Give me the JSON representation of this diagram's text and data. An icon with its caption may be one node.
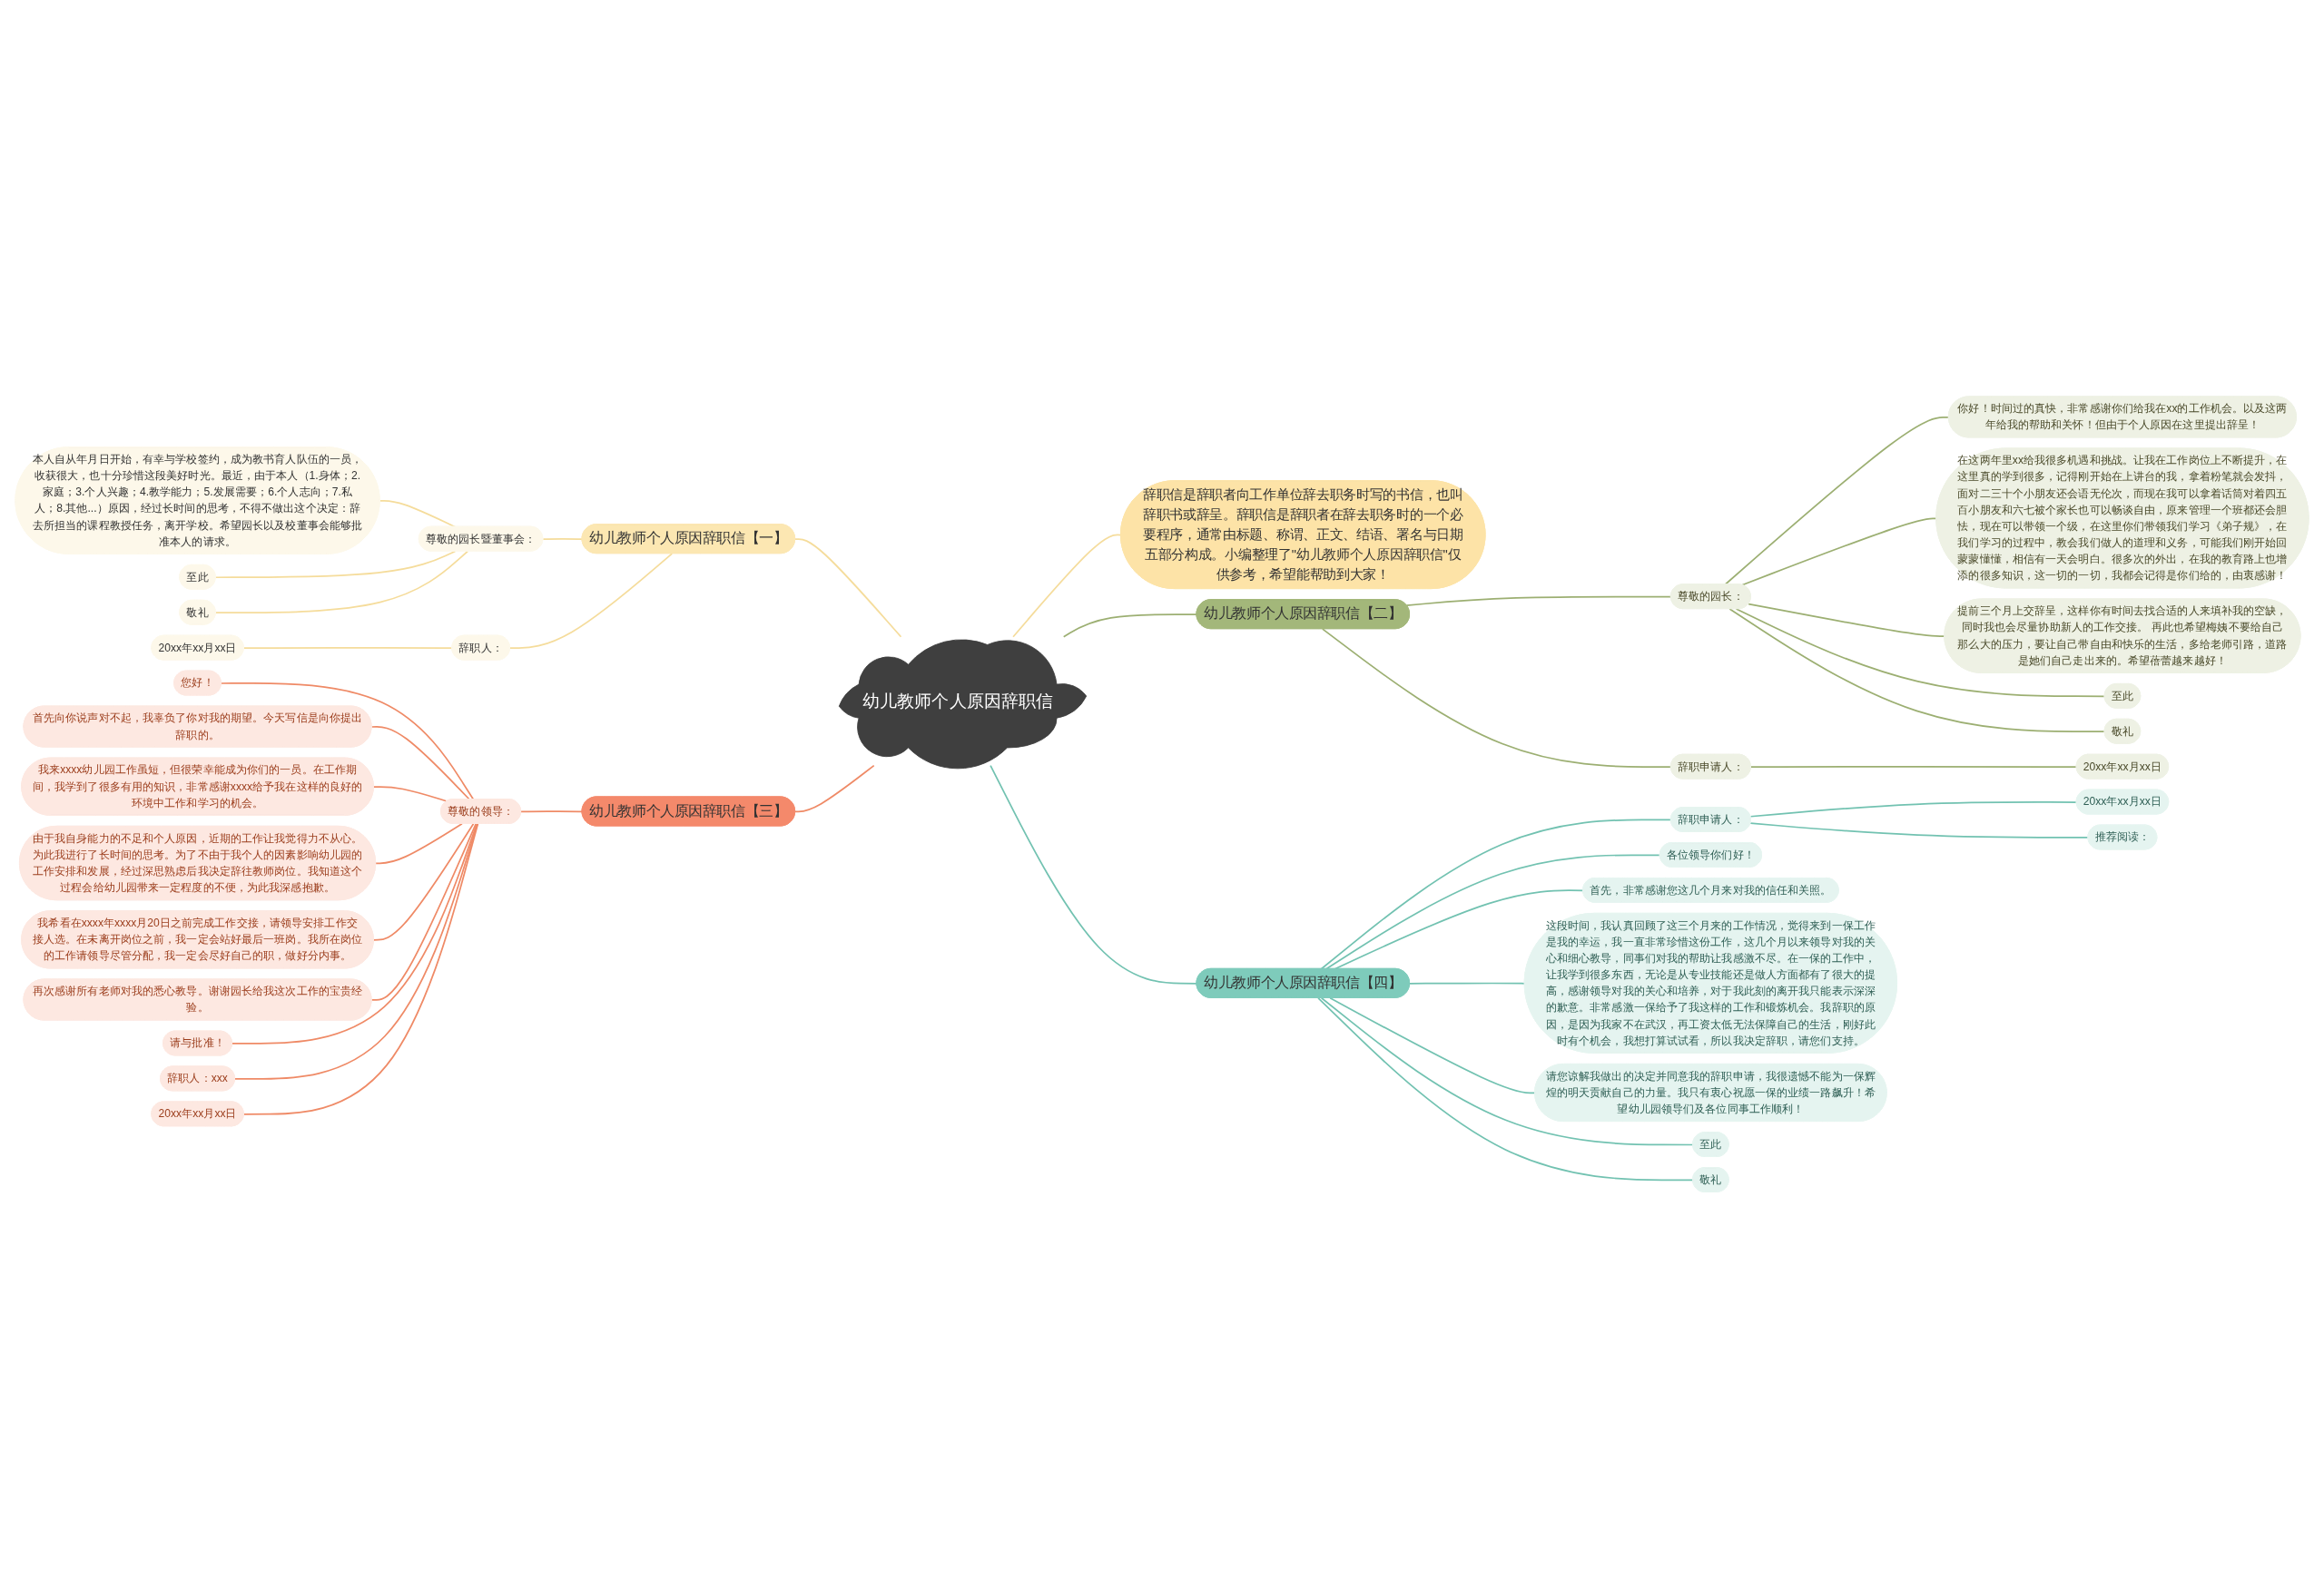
{
  "diagram": {
    "nodes": [
      {
        "text": [
          "幼儿教师个人原因辞职信"
        ]
      },
      {
        "text": [
          "辞职信是辞职者向工作单位辞去职务时写的书信，也叫辞职书或辞呈。辞职信是辞职者在辞去职务时的一个必要程序，通常由标题、称谓、正文、结语、署名与日期五部分构成。小编整理了\"幼儿教师个人原因辞职信\"仅供参考，希望能帮助到大家！"
        ]
      },
      {
        "text": [
          "幼儿教师个人原因辞职信【一】"
        ]
      },
      {
        "text": [
          "尊敬的园长暨董事会："
        ]
      },
      {
        "text": [
          "本人自从年月日开始，有幸与学校签约，成为教书育人队伍的一员，收获很大，也十分珍惜这段美好时光。最近，由于本人（1.身体；2.家庭；3.个人兴趣；4.教学能力；5.发展需要；6.个人志向；7.私人；8.其他...）原因，经过长时间的思考，不得不做出这个决定：辞去所担当的课程教授任务，离开学校。希望园长以及校董事会能够批准本人的请求。"
        ]
      },
      {
        "text": [
          "至此"
        ]
      },
      {
        "text": [
          "敬礼"
        ]
      },
      {
        "text": [
          "辞职人："
        ]
      },
      {
        "text": [
          "20xx年xx月xx日"
        ]
      },
      {
        "text": [
          "幼儿教师个人原因辞职信【二】"
        ]
      },
      {
        "text": [
          "尊敬的园长："
        ]
      },
      {
        "text": [
          "你好！时间过的真快，非常感谢你们给我在xx的工作机会。以及这两年给我的帮助和关怀！但由于个人原因在这里提出辞呈！"
        ]
      },
      {
        "text": [
          "在这两年里xx给我很多机遇和挑战。让我在工作岗位上不断提升，在这里真的学到很多，记得刚开始在上讲台的我，拿着粉笔就会发抖，面对二三十个小朋友还会语无伦次，而现在我可以拿着话筒对着四五百小朋友和六七被个家长也可以畅谈自由，原来管理一个班都还会胆怯，现在可以带领一个级，在这里你们带领我们学习《弟子规》，在我们学习的过程中，教会我们做人的道理和义务，可能我们刚开始回蒙蒙懂懂，相信有一天会明白。很多次的外出，在我的教育路上也增添的很多知识，这一切的一切，我都会记得是你们给的，由衷感谢！"
        ]
      },
      {
        "text": [
          "提前三个月上交辞呈，这样你有时间去找合适的人来填补我的空缺，同时我也会尽量协助新人的工作交接。 再此也希望梅姨不要给自己那么大的压力，要让自己带自由和快乐的生活，多给老师引路，道路是她们自己走出来的。希望蓓蕾越来越好！"
        ]
      },
      {
        "text": [
          "至此"
        ]
      },
      {
        "text": [
          "敬礼"
        ]
      },
      {
        "text": [
          "辞职申请人："
        ]
      },
      {
        "text": [
          "20xx年xx月xx日"
        ]
      },
      {
        "text": [
          "幼儿教师个人原因辞职信【三】"
        ]
      },
      {
        "text": [
          "尊敬的领导："
        ]
      },
      {
        "text": [
          "您好！"
        ]
      },
      {
        "text": [
          "首先向你说声对不起，我辜负了你对我的期望。今天写信是向你提出辞职的。"
        ]
      },
      {
        "text": [
          "我来xxxx幼儿园工作虽短，但很荣幸能成为你们的一员。在工作期间，我学到了很多有用的知识，非常感谢xxxx给予我在这样的良好的环境中工作和学习的机会。"
        ]
      },
      {
        "text": [
          "由于我自身能力的不足和个人原因，近期的工作让我觉得力不从心。为此我进行了长时间的思考。为了不由于我个人的因素影响幼儿园的工作安排和发展，经过深思熟虑后我决定辞往教师岗位。我知道这个过程会给幼儿园带来一定程度的不便，为此我深感抱歉。"
        ]
      },
      {
        "text": [
          "我希看在xxxx年xxxx月20日之前完成工作交接，请领导安排工作交接人选。在未离开岗位之前，我一定会站好最后一班岗。我所在岗位的工作请领导尽管分配，我一定会尽好自己的职，做好分内事。"
        ]
      },
      {
        "text": [
          "再次感谢所有老师对我的悉心教导。谢谢园长给我这次工作的宝贵经验。"
        ]
      },
      {
        "text": [
          "请与批准！"
        ]
      },
      {
        "text": [
          "辞职人：xxx"
        ]
      },
      {
        "text": [
          "20xx年xx月xx日"
        ]
      },
      {
        "text": [
          "幼儿教师个人原因辞职信【四】"
        ]
      },
      {
        "text": [
          "各位领导你们好！"
        ]
      },
      {
        "text": [
          "首先，非常感谢您这几个月来对我的信任和关照。"
        ]
      },
      {
        "text": [
          "这段时间，我认真回顾了这三个月来的工作情况，觉得来到一保工作是我的幸运，我一直非常珍惜这份工作，这几个月以来领导对我的关心和细心教导，同事们对我的帮助让我感激不尽。在一保的工作中，让我学到很多东西，无论是从专业技能还是做人方面都有了很大的提高，感谢领导对我的关心和培养，对于我此刻的离开我只能表示深深的歉意。非常感激一保给予了我这样的工作和锻炼机会。我辞职的原因，是因为我家不在武汉，再工资太低无法保障自己的生活，刚好此时有个机会，我想打算试试看，所以我决定辞职，请您们支持。"
        ]
      },
      {
        "text": [
          "请您谅解我做出的决定并同意我的辞职申请，我很遗憾不能为一保辉煌的明天贡献自己的力量。我只有衷心祝愿一保的业绩一路飙升！希望幼儿园领导们及各位同事工作顺利！"
        ]
      },
      {
        "text": [
          "至此"
        ]
      },
      {
        "text": [
          "敬礼"
        ]
      },
      {
        "text": [
          "辞职申请人："
        ]
      },
      {
        "text": [
          "20xx年xx月xx日"
        ]
      },
      {
        "text": [
          "推荐阅读："
        ]
      }
    ],
    "edges": [
      {
        "from": 0,
        "to": 1,
        "arrow": "none",
        "color": "#f5dc9b"
      },
      {
        "from": 2,
        "to": 0,
        "arrow": "none",
        "color": "#f5dc9b"
      },
      {
        "from": 3,
        "to": 2,
        "arrow": "none",
        "color": "#f5dc9b"
      },
      {
        "from": 4,
        "to": 3,
        "arrow": "none",
        "color": "#f5dc9b"
      },
      {
        "from": 5,
        "to": 3,
        "arrow": "none",
        "color": "#f5dc9b"
      },
      {
        "from": 6,
        "to": 3,
        "arrow": "none",
        "color": "#f5dc9b"
      },
      {
        "from": 7,
        "to": 2,
        "arrow": "none",
        "color": "#f5dc9b"
      },
      {
        "from": 8,
        "to": 7,
        "arrow": "none",
        "color": "#f5dc9b"
      },
      {
        "from": 0,
        "to": 9,
        "arrow": "none",
        "color": "#9caf72"
      },
      {
        "from": 9,
        "to": 10,
        "arrow": "none",
        "color": "#9caf72"
      },
      {
        "from": 10,
        "to": 11,
        "arrow": "none",
        "color": "#9caf72"
      },
      {
        "from": 10,
        "to": 12,
        "arrow": "none",
        "color": "#9caf72"
      },
      {
        "from": 10,
        "to": 13,
        "arrow": "none",
        "color": "#9caf72"
      },
      {
        "from": 10,
        "to": 14,
        "arrow": "none",
        "color": "#9caf72"
      },
      {
        "from": 10,
        "to": 15,
        "arrow": "none",
        "color": "#9caf72"
      },
      {
        "from": 9,
        "to": 16,
        "arrow": "none",
        "color": "#9caf72"
      },
      {
        "from": 16,
        "to": 17,
        "arrow": "none",
        "color": "#9caf72"
      },
      {
        "from": 18,
        "to": 0,
        "arrow": "none",
        "color": "#ef8a66"
      },
      {
        "from": 19,
        "to": 18,
        "arrow": "none",
        "color": "#ef8a66"
      },
      {
        "from": 20,
        "to": 19,
        "arrow": "none",
        "color": "#ef8a66"
      },
      {
        "from": 21,
        "to": 19,
        "arrow": "none",
        "color": "#ef8a66"
      },
      {
        "from": 22,
        "to": 19,
        "arrow": "none",
        "color": "#ef8a66"
      },
      {
        "from": 23,
        "to": 19,
        "arrow": "none",
        "color": "#ef8a66"
      },
      {
        "from": 24,
        "to": 19,
        "arrow": "none",
        "color": "#ef8a66"
      },
      {
        "from": 25,
        "to": 19,
        "arrow": "none",
        "color": "#ef8a66"
      },
      {
        "from": 26,
        "to": 19,
        "arrow": "none",
        "color": "#ef8a66"
      },
      {
        "from": 27,
        "to": 19,
        "arrow": "none",
        "color": "#ef8a66"
      },
      {
        "from": 28,
        "to": 19,
        "arrow": "none",
        "color": "#ef8a66"
      },
      {
        "from": 0,
        "to": 29,
        "arrow": "none",
        "color": "#72c2b1"
      },
      {
        "from": 29,
        "to": 36,
        "arrow": "none",
        "color": "#72c2b1"
      },
      {
        "from": 36,
        "to": 37,
        "arrow": "none",
        "color": "#72c2b1"
      },
      {
        "from": 36,
        "to": 38,
        "arrow": "none",
        "color": "#72c2b1"
      },
      {
        "from": 29,
        "to": 30,
        "arrow": "none",
        "color": "#72c2b1"
      },
      {
        "from": 29,
        "to": 31,
        "arrow": "none",
        "color": "#72c2b1"
      },
      {
        "from": 29,
        "to": 32,
        "arrow": "none",
        "color": "#72c2b1"
      },
      {
        "from": 29,
        "to": 33,
        "arrow": "none",
        "color": "#72c2b1"
      },
      {
        "from": 29,
        "to": 34,
        "arrow": "none",
        "color": "#72c2b1"
      },
      {
        "from": 29,
        "to": 35,
        "arrow": "none",
        "color": "#72c2b1"
      }
    ]
  }
}
